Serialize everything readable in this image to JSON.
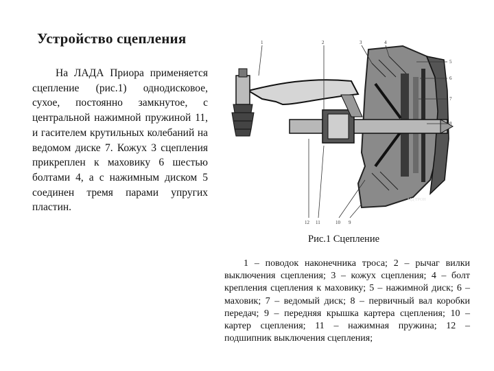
{
  "title": "Устройство сцепления",
  "body": "На ЛАДА Приора применяется сцепление (рис.1) однодисковое, сухое, постоянно замкнутое, с центральной нажимной пружиной 11, и гасителем крутильных колебаний на ведомом диске 7. Кожух 3 сцепления прикреплен к маховику 6 шестью болтами 4, а с нажимным диском 5 соединен тремя парами упругих пластин.",
  "figure": {
    "caption": "Рис.1 Сцепление",
    "callouts_top": [
      "1",
      "2",
      "3",
      "4"
    ],
    "callouts_right": [
      "5",
      "6",
      "7",
      "8"
    ],
    "callouts_bottom": [
      "12",
      "11",
      "10",
      "9"
    ],
    "watermark": "МД ТРОН"
  },
  "legend": "1 – поводок наконечника троса; 2 – рычаг вилки выключения сцепления; 3 – кожух сцепления; 4 – болт крепления сцепления к маховику; 5 – нажимной диск; 6 – маховик; 7 – ведомый диск; 8 – первичный вал коробки передач; 9 – передняя крышка картера сцепления; 10 – картер сцепления; 11 – нажимная пружина; 12 – подшипник выключения сцепления;"
}
